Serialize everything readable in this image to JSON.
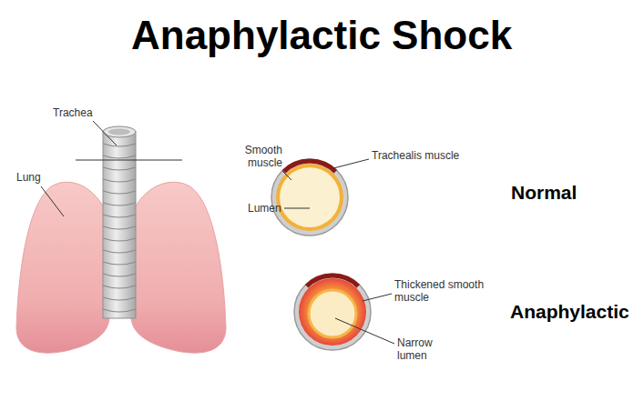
{
  "diagram": {
    "title": "Anaphylactic Shock",
    "labels": [
      "Trachea",
      "Lung",
      "Smooth muscle",
      "Trachealis muscle",
      "Lumen",
      "Normal",
      "Thickened smooth muscle",
      "Narrow lumen",
      "Anaphylactic"
    ]
  }
}
